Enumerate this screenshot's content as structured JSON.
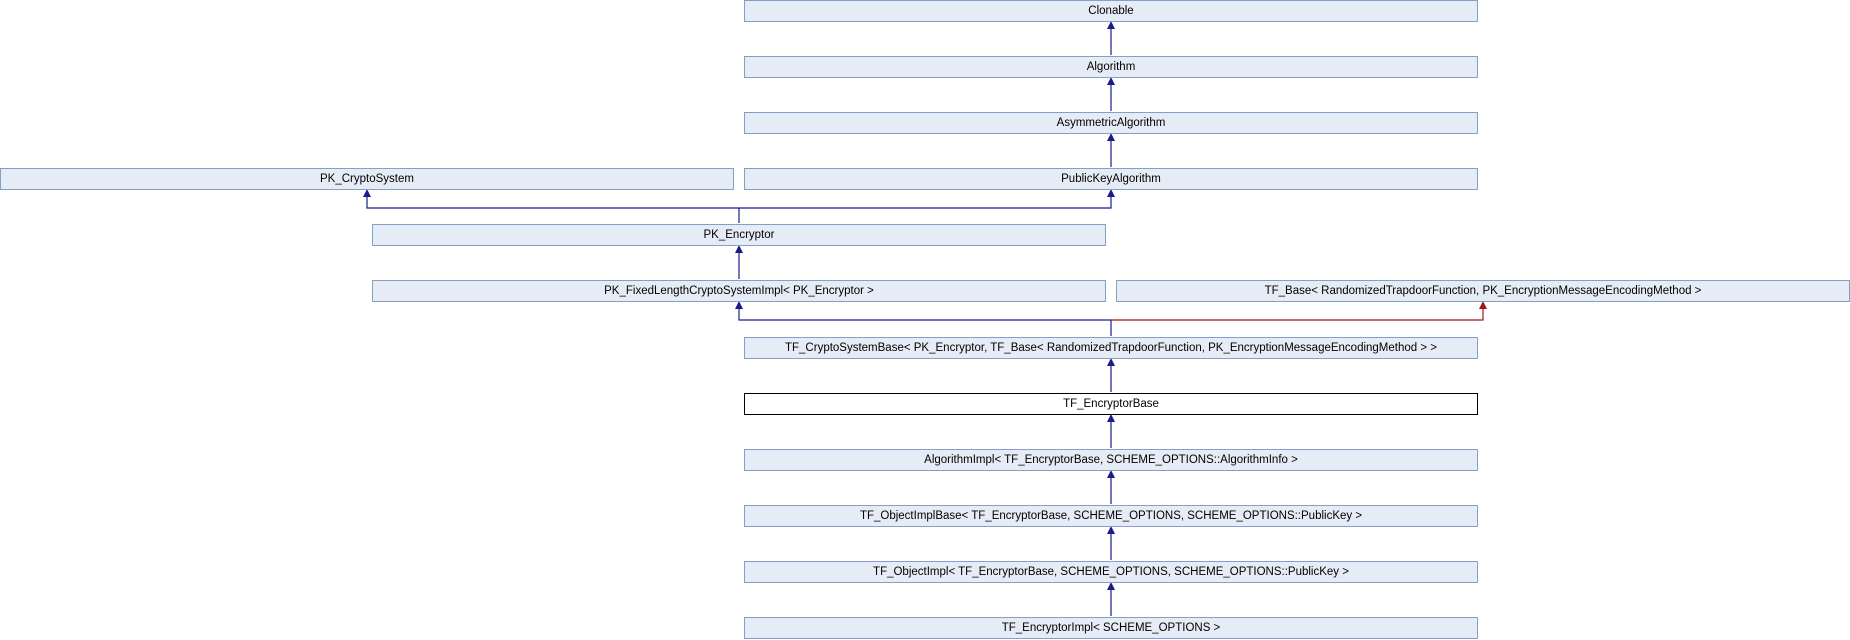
{
  "nodes": {
    "clonable": "Clonable",
    "algorithm": "Algorithm",
    "asymmetric_algorithm": "AsymmetricAlgorithm",
    "pk_cryptosystem": "PK_CryptoSystem",
    "public_key_algorithm": "PublicKeyAlgorithm",
    "pk_encryptor": "PK_Encryptor",
    "pk_fixed_length": "PK_FixedLengthCryptoSystemImpl< PK_Encryptor >",
    "tf_base": "TF_Base< RandomizedTrapdoorFunction, PK_EncryptionMessageEncodingMethod >",
    "tf_cryptosystem_base": "TF_CryptoSystemBase< PK_Encryptor, TF_Base< RandomizedTrapdoorFunction, PK_EncryptionMessageEncodingMethod > >",
    "tf_encryptor_base": "TF_EncryptorBase",
    "algorithm_impl": "AlgorithmImpl< TF_EncryptorBase, SCHEME_OPTIONS::AlgorithmInfo >",
    "tf_object_impl_base": "TF_ObjectImplBase< TF_EncryptorBase, SCHEME_OPTIONS, SCHEME_OPTIONS::PublicKey >",
    "tf_object_impl": "TF_ObjectImpl< TF_EncryptorBase, SCHEME_OPTIONS, SCHEME_OPTIONS::PublicKey >",
    "tf_encryptor_impl": "TF_EncryptorImpl< SCHEME_OPTIONS >"
  },
  "colors": {
    "node_fill": "#e6ecf6",
    "node_border": "#84a0c8",
    "current_node_fill": "#ffffff",
    "edge_public": "#1a1a8c",
    "edge_protected": "#9a1a1a"
  }
}
